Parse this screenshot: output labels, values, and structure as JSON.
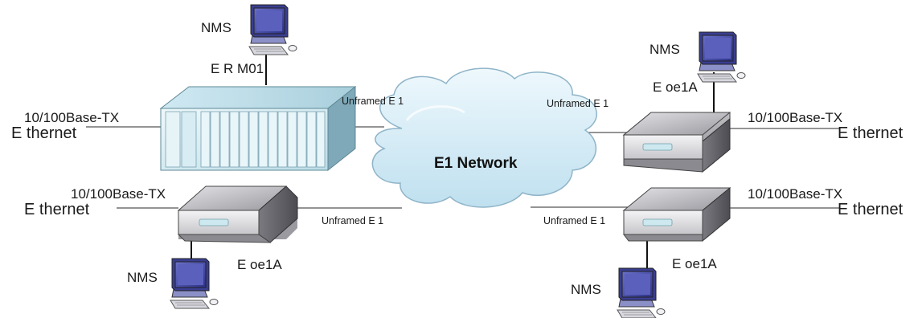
{
  "cloud": {
    "label": "E1 Network"
  },
  "nodes": {
    "erm01": {
      "name": "E R M01",
      "nms": "NMS",
      "port": "10/100Base-TX",
      "ethernet": "E thernet",
      "link": "Unframed E 1"
    },
    "eoe1a_top_right": {
      "name": "E oe1A",
      "nms": "NMS",
      "port": "10/100Base-TX",
      "ethernet": "E thernet",
      "link": "Unframed E 1"
    },
    "eoe1a_bottom_left": {
      "name": "E oe1A",
      "nms": "NMS",
      "port": "10/100Base-TX",
      "ethernet": "E thernet",
      "link": "Unframed E 1"
    },
    "eoe1a_bottom_right": {
      "name": "E oe1A",
      "nms": "NMS",
      "port": "10/100Base-TX",
      "ethernet": "E thernet",
      "link": "Unframed E 1"
    }
  },
  "colors": {
    "cloud_fill": "#d8eef8",
    "cloud_stroke": "#8fb4c8",
    "chassis_front": "#d9eef5",
    "modem_body": "#b8b8bc",
    "modem_dark": "#6c6c70",
    "pc_screen": "#4a4fa8"
  }
}
